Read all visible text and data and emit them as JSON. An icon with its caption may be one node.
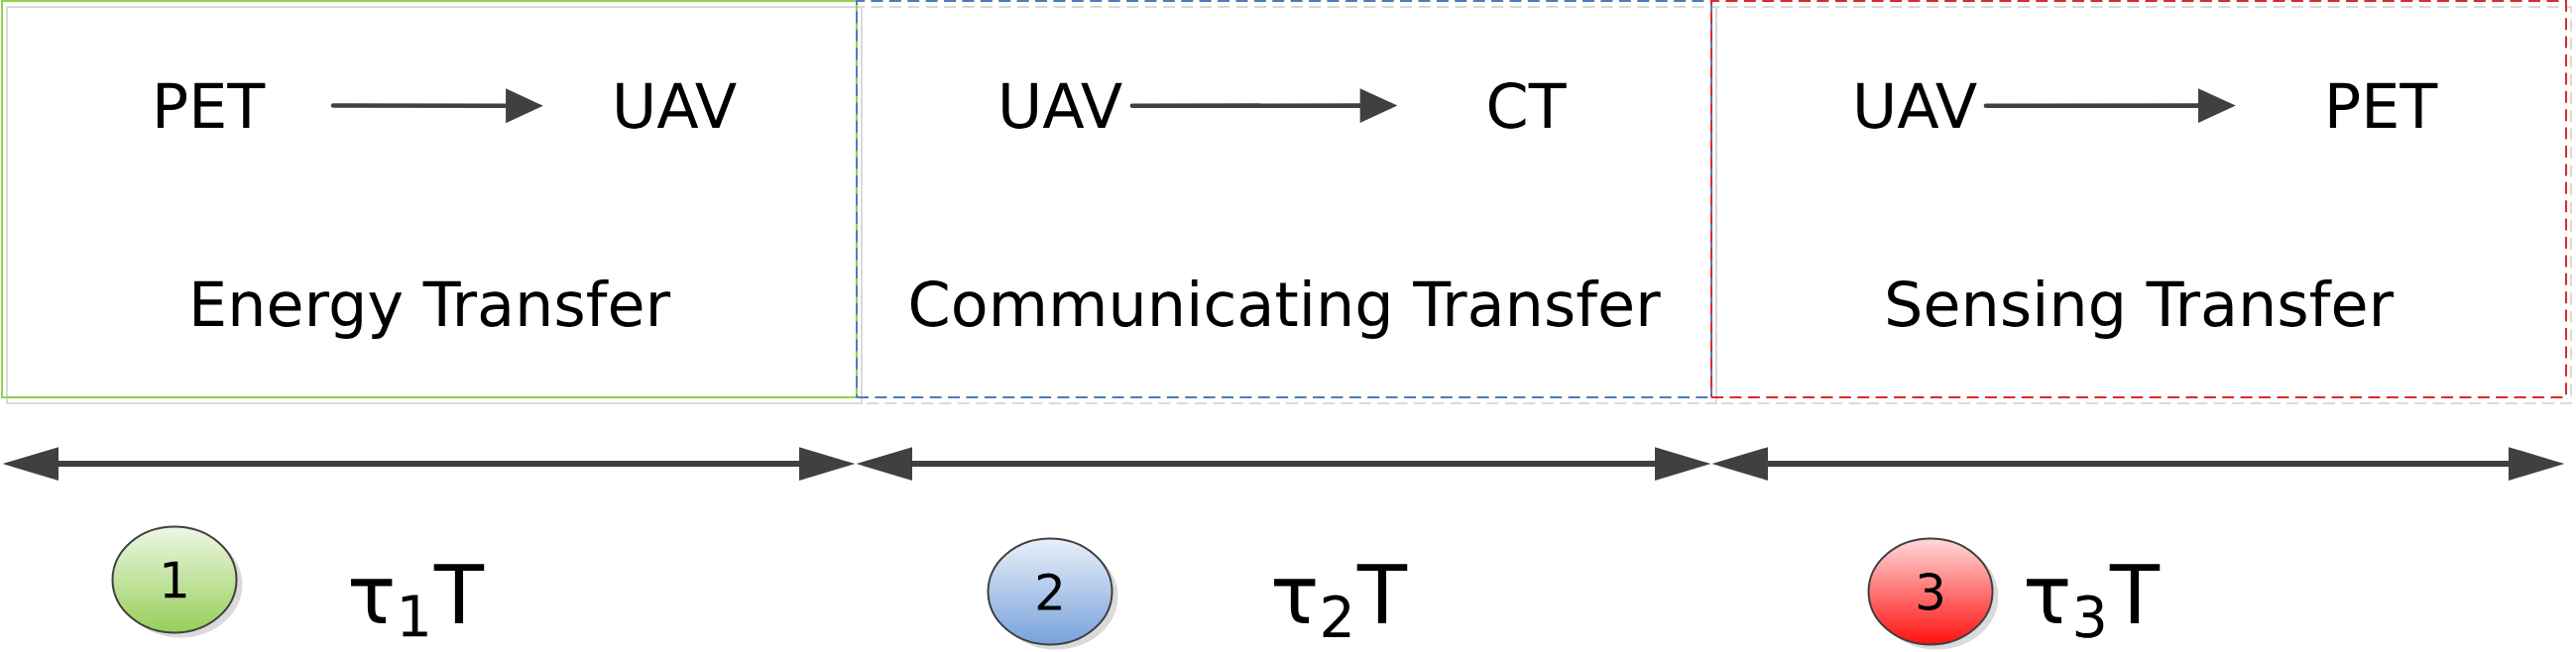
{
  "diagram": {
    "nodes": [
      {
        "text": [
          "Energy Transfer"
        ]
      },
      {
        "text": [
          "PET"
        ],
        "in": 0
      },
      {
        "text": [
          "UAV"
        ],
        "in": 0
      },
      {
        "text": [
          "Communicating Transfer"
        ]
      },
      {
        "text": [
          "UAV"
        ],
        "in": 3
      },
      {
        "text": [
          "CT"
        ],
        "in": 3
      },
      {
        "text": [
          "Sensing Transfer"
        ]
      },
      {
        "text": [
          "UAV"
        ],
        "in": 6
      },
      {
        "text": [
          "PET"
        ],
        "in": 6
      },
      {
        "text": [
          "1"
        ],
        "beside": [
          "τ$_{1}$T"
        ]
      },
      {
        "text": [
          "2"
        ],
        "beside": [
          "τ$_{2}$T"
        ]
      },
      {
        "text": [
          "3"
        ],
        "beside": [
          "τ$_{3}$T"
        ]
      }
    ],
    "edges": [
      {
        "from": 1,
        "to": 2,
        "arrow": "to"
      },
      {
        "from": 4,
        "to": 5,
        "arrow": "to"
      },
      {
        "from": 7,
        "to": 8,
        "arrow": "to"
      }
    ]
  }
}
